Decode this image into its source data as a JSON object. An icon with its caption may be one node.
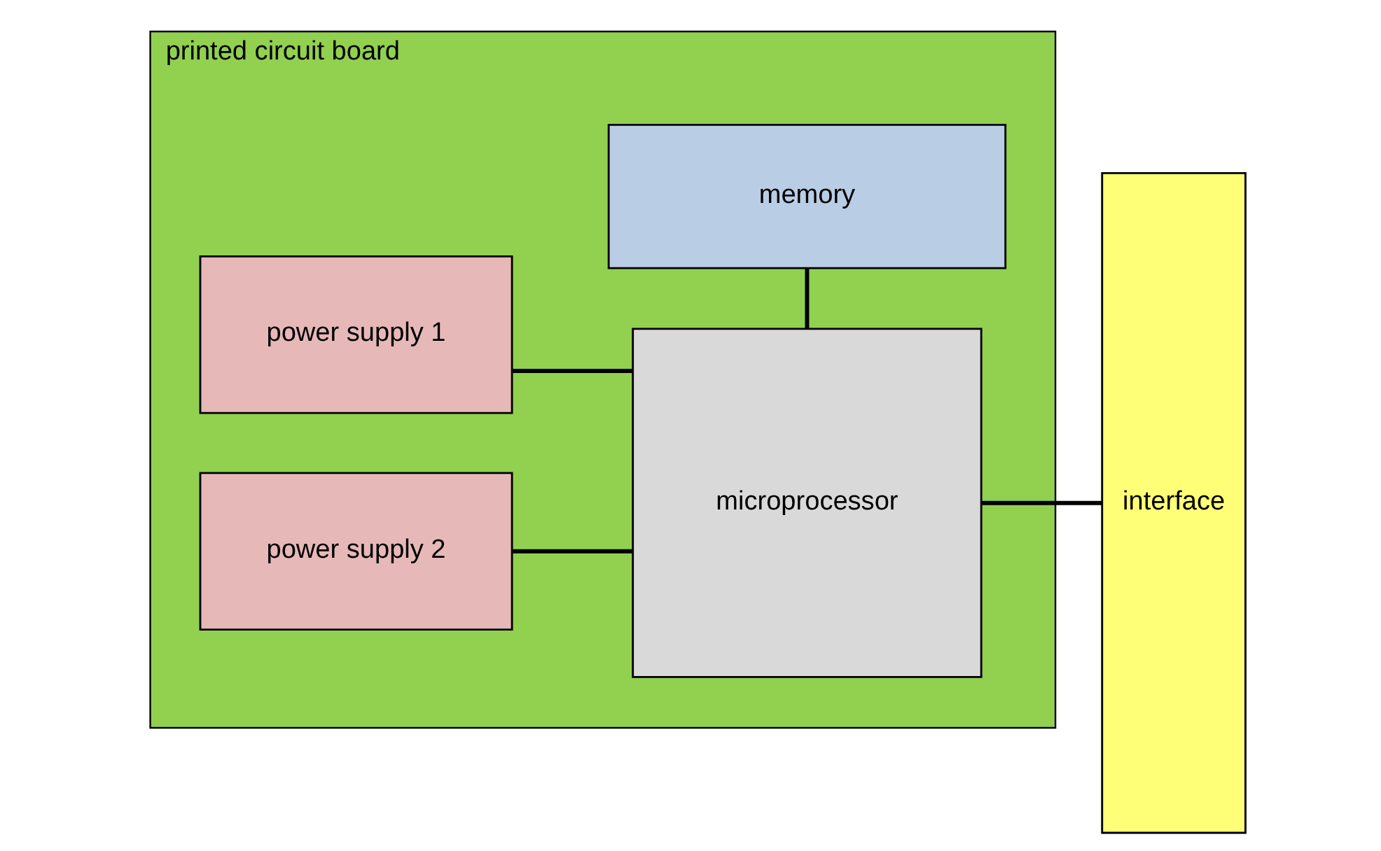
{
  "diagram": {
    "nodes": [
      {
        "text": [
          "printed circuit board"
        ]
      },
      {
        "text": [
          "power supply 1"
        ],
        "in": 0
      },
      {
        "text": [
          "power supply 2"
        ],
        "in": 0
      },
      {
        "text": [
          "microprocessor"
        ],
        "in": 0
      },
      {
        "text": [
          "memory"
        ],
        "in": 0
      },
      {
        "text": [
          "interface"
        ]
      }
    ],
    "edges": [
      {
        "from": 1,
        "to": 3,
        "arrow": "none"
      },
      {
        "from": 2,
        "to": 3,
        "arrow": "none"
      },
      {
        "from": 3,
        "to": 4,
        "arrow": "none"
      },
      {
        "from": 3,
        "to": 5,
        "arrow": "none"
      }
    ]
  }
}
